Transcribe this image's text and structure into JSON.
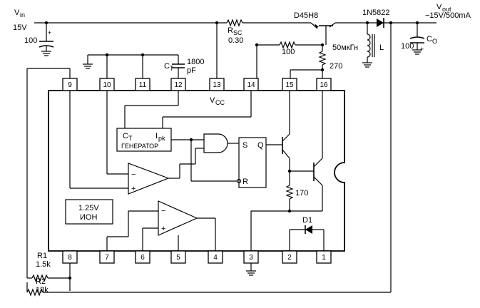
{
  "labels": {
    "vin": "V",
    "vin_sub": "in",
    "vin_value": "15V",
    "c_in": "100",
    "rsc": "R",
    "rsc_sub": "SC",
    "rsc_value": "0.30",
    "transistor": "D45H8",
    "diode": "1N5822",
    "vout": "V",
    "vout_sub": "out",
    "vout_value": "−15V/500mA",
    "r100": "100",
    "inductor_value": "50мкГн",
    "inductor": "L",
    "co_value": "100",
    "co": "C",
    "co_sub": "O",
    "r270": "270",
    "ct": "C",
    "ct_sub": "T",
    "ct_value_1": "1800",
    "ct_value_2": "pF",
    "vcc": "V",
    "vcc_sub": "CC",
    "osc_ct": "C",
    "osc_ct_sub": "T",
    "osc_ipk": "I",
    "osc_ipk_sub": "pk",
    "osc_name": "ГЕНЕРАТОР",
    "ff_s": "S",
    "ff_q": "Q",
    "ff_r": "R",
    "ref_value": "1.25V",
    "ref_name": "ИОН",
    "r170": "170",
    "d1": "D1",
    "r1": "R1",
    "r1_value": "1.5k",
    "r2": "R2",
    "r2_value": "18k",
    "plus": "+",
    "minus": "−",
    "cap_plus": "+"
  },
  "pins_top": [
    "9",
    "10",
    "11",
    "12",
    "13",
    "14",
    "15",
    "16"
  ],
  "pins_bottom": [
    "8",
    "7",
    "6",
    "5",
    "4",
    "3",
    "2",
    "1"
  ]
}
